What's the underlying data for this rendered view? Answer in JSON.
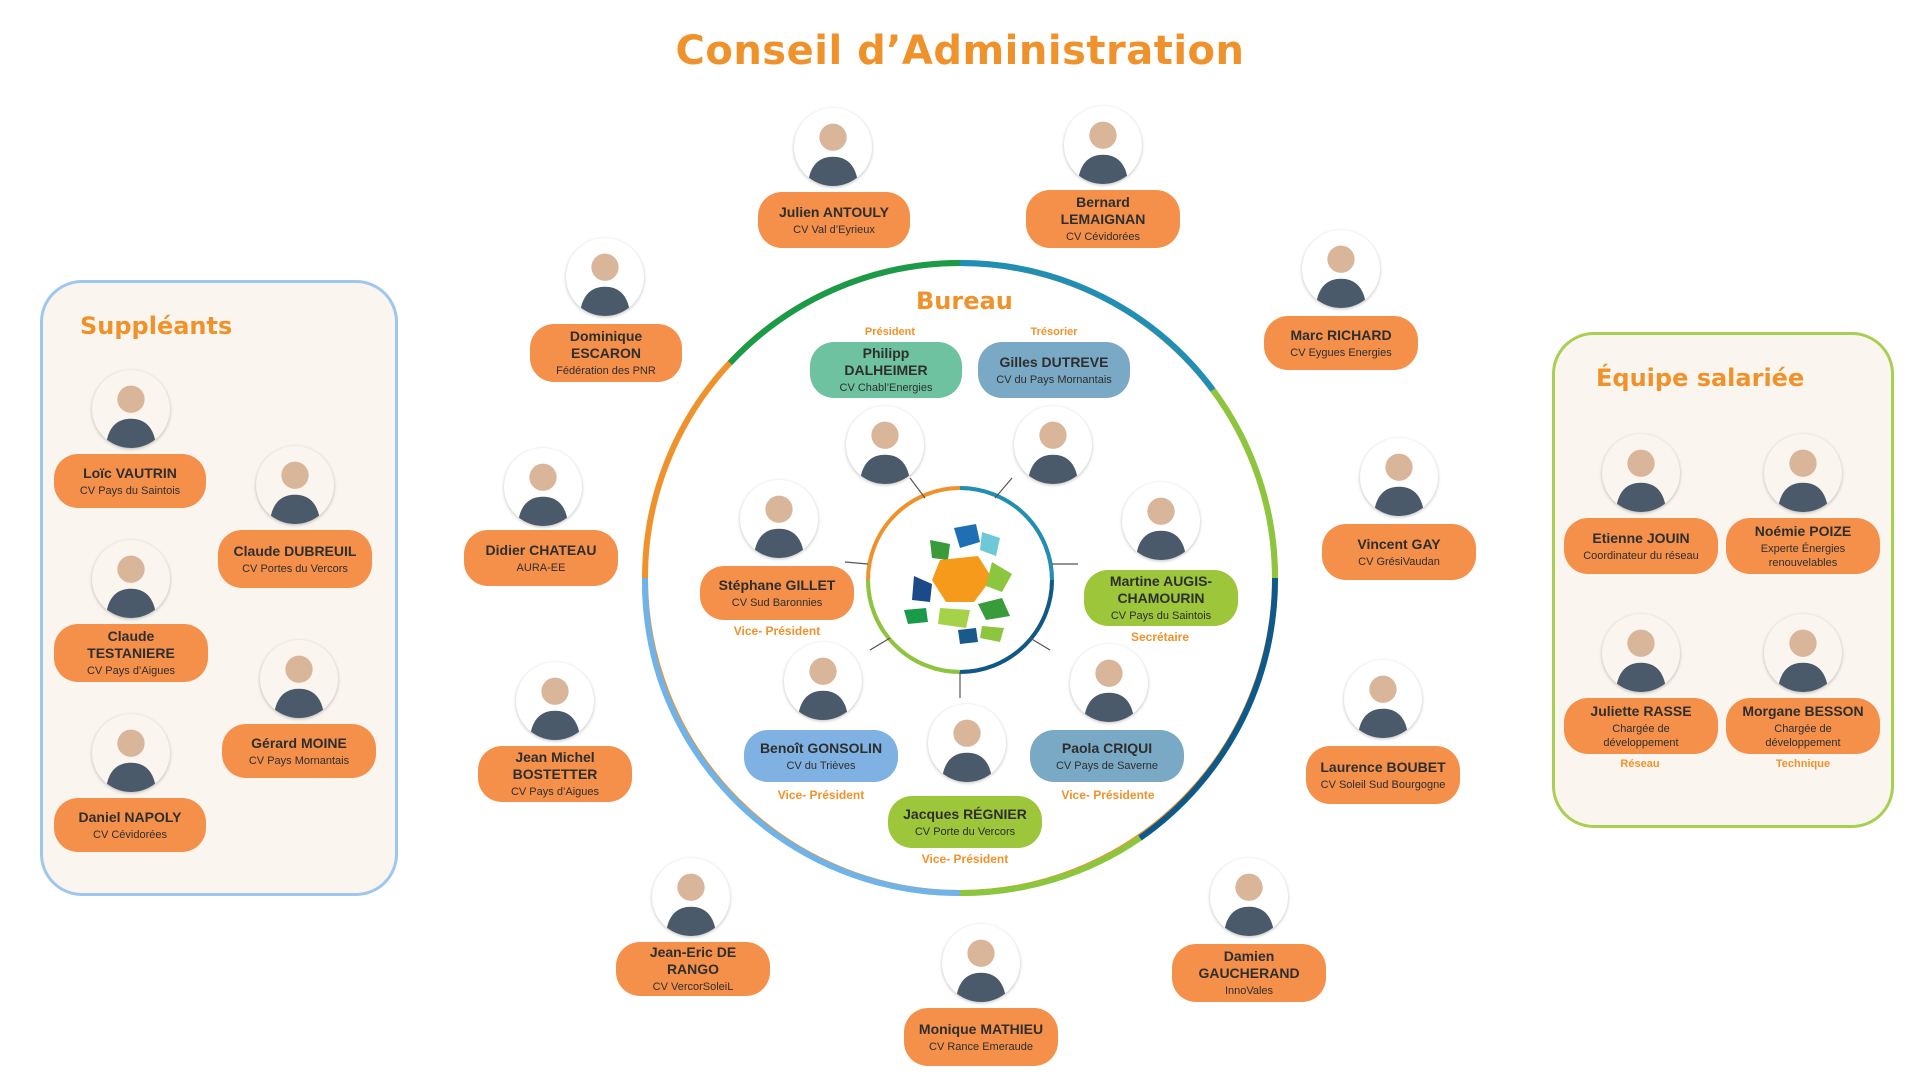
{
  "title": "Conseil d’Administration",
  "bureau_label": "Bureau",
  "colors": {
    "accent": "#f0922b",
    "orange": "#f5904b",
    "blue": "#7fb1e3",
    "green": "#9dc63a",
    "teal": "#6fc2a0",
    "steel": "#79a9c4"
  },
  "bureau": {
    "president": {
      "role": "Président",
      "name": "Philipp DALHEIMER",
      "org": "CV Chabl’Energies"
    },
    "tresorier": {
      "role": "Trésorier",
      "name": "Gilles DUTREVE",
      "org": "CV du Pays Mornantais"
    },
    "gillet": {
      "role": "Vice- Président",
      "name": "Stéphane GILLET",
      "org": "CV Sud Baronnies"
    },
    "augis": {
      "role": "Secrétaire",
      "name": "Martine AUGIS-CHAMOURIN",
      "org": "CV Pays du Saintois"
    },
    "gonsolin": {
      "role": "Vice- Président",
      "name": "Benoît GONSOLIN",
      "org": "CV du Trièves"
    },
    "criqui": {
      "role": "Vice- Présidente",
      "name": "Paola CRIQUI",
      "org": "CV Pays de Saverne"
    },
    "regnier": {
      "role": "Vice- Président",
      "name": "Jacques RÉGNIER",
      "org": "CV Porte du Vercors"
    }
  },
  "council": {
    "antouly": {
      "name": "Julien ANTOULY",
      "org": "CV Val d’Eyrieux"
    },
    "lemaignan": {
      "name": "Bernard LEMAIGNAN",
      "org": "CV Cévidorées"
    },
    "escaron": {
      "name": "Dominique ESCARON",
      "org": "Fédération des PNR"
    },
    "richard": {
      "name": "Marc RICHARD",
      "org": "CV Eygues Energies"
    },
    "chateau": {
      "name": "Didier CHATEAU",
      "org": "AURA-EE"
    },
    "gay": {
      "name": "Vincent GAY",
      "org": "CV GrésiVaudan"
    },
    "bostetter": {
      "name": "Jean Michel BOSTETTER",
      "org": "CV Pays d’Aigues"
    },
    "boubet": {
      "name": "Laurence BOUBET",
      "org": "CV Soleil Sud Bourgogne"
    },
    "derango": {
      "name": "Jean-Eric DE RANGO",
      "org": "CV VercorSoleiL"
    },
    "gaucherand": {
      "name": "Damien GAUCHERAND",
      "org": "InnoVales"
    },
    "mathieu": {
      "name": "Monique MATHIEU",
      "org": "CV Rance Emeraude"
    }
  },
  "suppleants": {
    "title": "Suppléants",
    "vautrin": {
      "name": "Loïc VAUTRIN",
      "org": "CV Pays du Saintois"
    },
    "dubreuil": {
      "name": "Claude DUBREUIL",
      "org": "CV Portes du Vercors"
    },
    "testaniere": {
      "name": "Claude TESTANIERE",
      "org": "CV Pays d’Aigues"
    },
    "moine": {
      "name": "Gérard MOINE",
      "org": "CV Pays Mornantais"
    },
    "napoly": {
      "name": "Daniel NAPOLY",
      "org": "CV Cévidorées"
    }
  },
  "equipe": {
    "title": "Équipe salariée",
    "jouin": {
      "name": "Etienne JOUIN",
      "org": "Coordinateur du réseau"
    },
    "poize": {
      "name": "Noémie POIZE",
      "org": "Experte Énergies renouvelables"
    },
    "rasse": {
      "name": "Juliette RASSE",
      "org": "Chargée de développement",
      "tag": "Réseau"
    },
    "besson": {
      "name": "Morgane BESSON",
      "org": "Chargée de développement",
      "tag": "Technique"
    }
  }
}
